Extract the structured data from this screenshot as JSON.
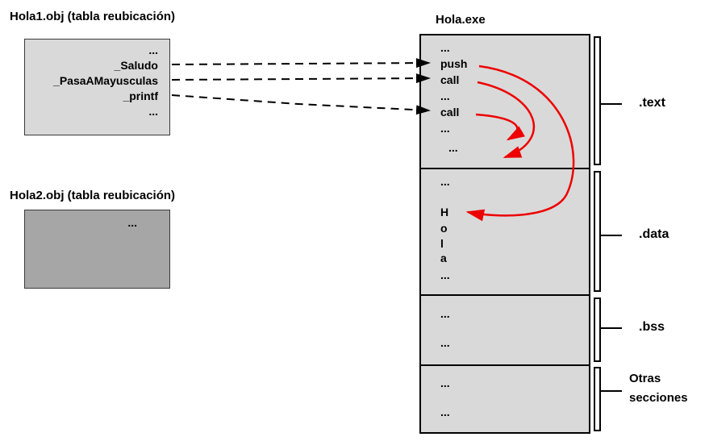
{
  "obj1": {
    "title": "Hola1.obj (tabla reubicación)",
    "rows": [
      "...",
      "_Saludo",
      "_PasaAMayusculas",
      "_printf",
      "..."
    ]
  },
  "obj2": {
    "title": "Hola2.obj (tabla reubicación)",
    "rows": [
      "..."
    ]
  },
  "exe": {
    "title": "Hola.exe",
    "text_section": [
      "...",
      "push",
      "call",
      "...",
      "call",
      "...",
      "..."
    ],
    "data_section": [
      "...",
      "H",
      "o",
      "l",
      "a",
      "..."
    ],
    "bss_section": [
      "...",
      "..."
    ],
    "otras_section": [
      "...",
      "..."
    ]
  },
  "section_labels": {
    "text": ".text",
    "data": ".data",
    "bss": ".bss",
    "otras_line1": "Otras",
    "otras_line2": "secciones"
  },
  "colors": {
    "box_light": "#d9d9d9",
    "box_dark": "#a6a6a6",
    "arrow_red": "#ee0000",
    "arrow_black": "#000000"
  }
}
